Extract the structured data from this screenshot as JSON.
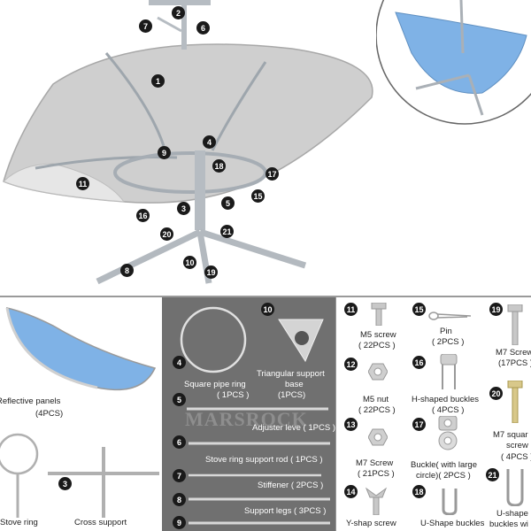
{
  "callouts_main": [
    "1",
    "2",
    "4",
    "5",
    "6",
    "7",
    "8",
    "9",
    "10",
    "11",
    "16",
    "17",
    "18",
    "19",
    "20",
    "21",
    "3",
    "15"
  ],
  "left_panel": {
    "reflective_panels": "Reflective panels",
    "reflective_qty": "(4PCS)",
    "stove_ring": "Stove ring",
    "cross_support": "Cross support",
    "num_3": "3"
  },
  "mid_panel": {
    "num_4": "4",
    "num_10": "10",
    "num_5": "5",
    "num_6": "6",
    "num_7": "7",
    "num_8": "8",
    "num_9": "9",
    "square_pipe_ring": "Square pipe ring",
    "square_pipe_qty": "( 1PCS )",
    "triangular_support": "Triangular support",
    "triangular_base": "base",
    "triangular_qty": "(1PCS)",
    "adjuster": "Adjuster leve ( 1PCS )",
    "stove_ring_rod": "Stove ring support rod ( 1PCS )",
    "stiffener": "Stiffener ( 2PCS )",
    "support_legs": "Support legs ( 3PCS )",
    "watermark": "MARSROCK"
  },
  "parts": {
    "p11_num": "11",
    "p11_name": "M5 screw",
    "p11_qty": "( 22PCS )",
    "p12_num": "12",
    "p12_name": "M5 nut",
    "p12_qty": "( 22PCS )",
    "p13_num": "13",
    "p13_name": "M7 Screw",
    "p13_qty": "( 21PCS )",
    "p14_num": "14",
    "p14_name": "Y-shap screw",
    "p15_num": "15",
    "p15_name": "Pin",
    "p15_qty": "( 2PCS )",
    "p16_num": "16",
    "p16_name": "H-shaped buckles",
    "p16_qty": "( 4PCS )",
    "p17_num": "17",
    "p17_name": "Buckle( with large",
    "p17_name2": "circle)( 2PCS )",
    "p18_num": "18",
    "p18_name": "U-Shape buckles",
    "p19_num": "19",
    "p19_name": "M7 Screw",
    "p19_qty": "(17PCS )",
    "p20_num": "20",
    "p20_name": "M7 squar",
    "p20_name2": "screw",
    "p20_qty": "( 4PCS )",
    "p21_num": "21",
    "p21_name": "U-shape",
    "p21_name2": "buckles wi"
  },
  "colors": {
    "reflector_blue": "#7fb2e6",
    "dish_grey": "#c9c9c9",
    "frame": "#a9b0b6",
    "panel_grey": "#707070"
  }
}
